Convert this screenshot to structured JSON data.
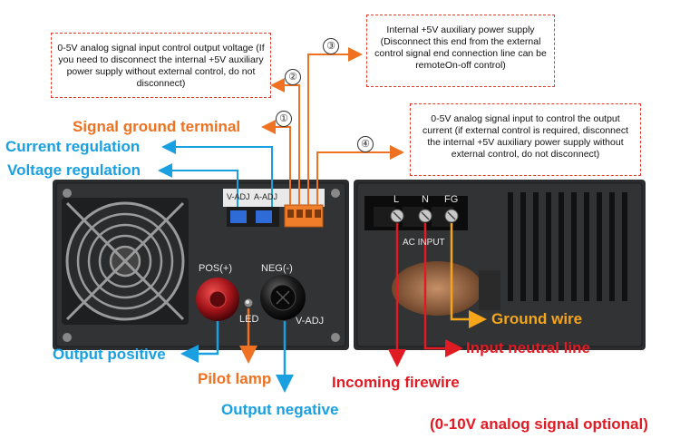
{
  "notes": {
    "n1": "0-5V analog signal input control output voltage (If you need to disconnect the internal +5V auxiliary power supply without external control, do not disconnect)",
    "n3": "Internal +5V auxiliary power supply (Disconnect this end from the external control signal end connection line can be remoteOn-off control)",
    "n4": "0-5V analog signal input to control the output current (if external control is required, disconnect the internal +5V auxiliary power supply without external control, do not disconnect)"
  },
  "numbers": [
    "①",
    "②",
    "③",
    "④"
  ],
  "labels": {
    "signal_ground": "Signal ground terminal",
    "current_regulation": "Current regulation",
    "voltage_regulation": "Voltage regulation",
    "output_positive": "Output positive",
    "pilot_lamp": "Pilot lamp",
    "output_negative": "Output negative",
    "ground_wire": "Ground wire",
    "input_neutral": "Input neutral line",
    "incoming_firewire": "Incoming firewire",
    "footer": "(0-10V analog signal optional)"
  },
  "panel": {
    "pos": "POS(+)",
    "neg": "NEG(-)",
    "led": "LED",
    "vadj": "V-ADJ",
    "trim_v": "V-ADJ",
    "trim_a": "A-ADJ",
    "ac_input": "AC INPUT",
    "term_l": "L",
    "term_n": "N",
    "term_fg": "FG"
  },
  "colors": {
    "blue": "#1aa0e0",
    "orange": "#ee7222",
    "red": "#e01b24",
    "amber": "#f4a51a",
    "dashed_border": "#e23b2e",
    "chassis": "#2b2c2e"
  }
}
